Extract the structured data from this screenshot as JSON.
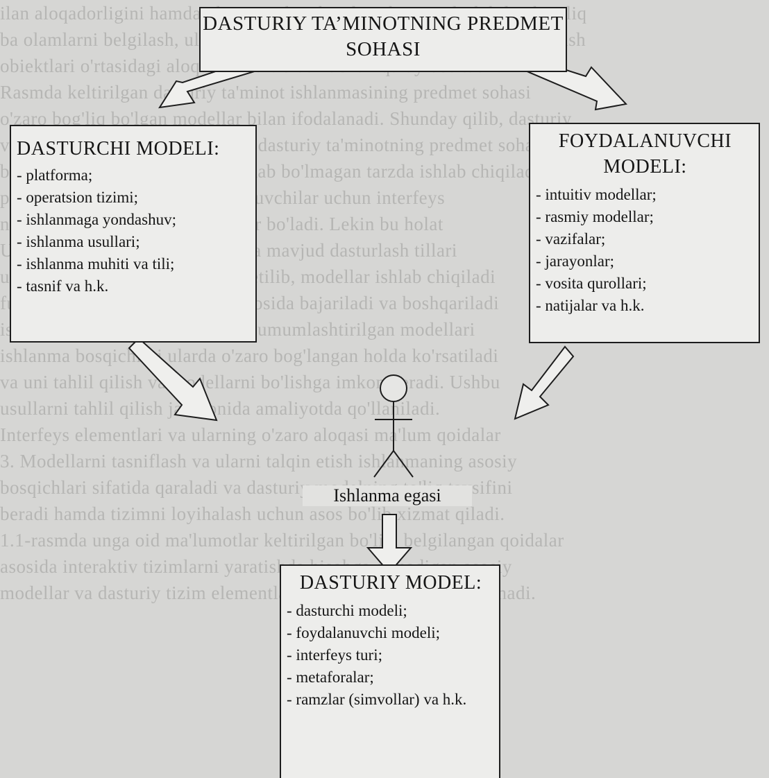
{
  "background_text": [
    "ilan aloqadorligini hamda ular orasidagi bog'lanishni aniqlash bilan bog'liq",
    "ba olamlarni belgilash, ularning mazmunini tushunish va ularni boshqarish",
    "obiektlari o'rtasidagi aloqalarni tartiblash uchun qulay vositadir.",
    "Rasmda keltirilgan dasturiy ta'minot ishlanmasining predmet sohasi",
    "o'zaro bog'liq bo'lgan modellar bilan ifodalanadi. Shunday qilib, dasturiy",
    "vositaning yaratilishi jarayonida dasturiy ta'minotning predmet sohasi",
    "boshqaruvchi tomonidan murakkab bo'lmagan tarzda ishlab chiqiladi.",
    "professional bo'lmagan foydalanuvchilar uchun interfeys",
    "nada tushunarli va ko'proq tezkor bo'ladi. Lekin bu holat",
    "Ushbu yondashuv bugungi kunda mavjud dasturlash tillari",
    "uchilar uchun eng yaxshi tavsif etilib, modellar ishlab chiqiladi",
    "funksional bo'lmagan talablar asosida bajariladi va boshqariladi",
    "ishlanmasining tizimli tavsifi va umumlashtirilgan modellari",
    "ishlanma bosqichlari ularda o'zaro bog'langan holda ko'rsatiladi",
    "va uni tahlil qilish va modellarni bo'lishga imkon beradi. Ushbu",
    "usullarni tahlil qilish jarayonida amaliyotda qo'llaniladi.",
    "Interfeys elementlari va ularning o'zaro aloqasi ma'lum qoidalar",
    "3. Modellarni tasniflash va ularni talqin etish ishlanmaning asosiy",
    "bosqichlari sifatida qaraladi va dasturiy modelning to'liq tavsifini",
    "beradi hamda tizimni loyihalash uchun asos bo'lib xizmat qiladi.",
    "1.1-rasmda unga oid ma'lumotlar keltirilgan bo'lib, belgilangan qoidalar",
    "asosida interaktiv tizimlarni yaratishda hisobga olinadigan asosiy",
    "modellar va dasturiy tizim elementlari orasidagi aloqalar aniqlanadi."
  ],
  "top_box": {
    "title": "DASTURIY TA’MINOTNING PREDMET SOHASI"
  },
  "developer_model": {
    "title": "DASTURCHI MODELI:",
    "items": [
      "platforma;",
      "operatsion tizimi;",
      "ishlanmaga yondashuv;",
      "ishlanma usullari;",
      "ishlanma muhiti va tili;",
      "tasnif va h.k."
    ]
  },
  "user_model": {
    "title": "FOYDALANUVCHI MODELI:",
    "items": [
      "intuitiv modellar;",
      "rasmiy modellar;",
      "vazifalar;",
      "jarayonlar;",
      "vosita qurollari;",
      "natijalar va h.k."
    ]
  },
  "owner": {
    "label": "Ishlanma egasi"
  },
  "software_model": {
    "title": "DASTURIY MODEL:",
    "items": [
      "dasturchi modeli;",
      "foydalanuvchi modeli;",
      "interfeys turi;",
      "metaforalar;",
      "ramzlar (simvollar) va h.k."
    ]
  }
}
